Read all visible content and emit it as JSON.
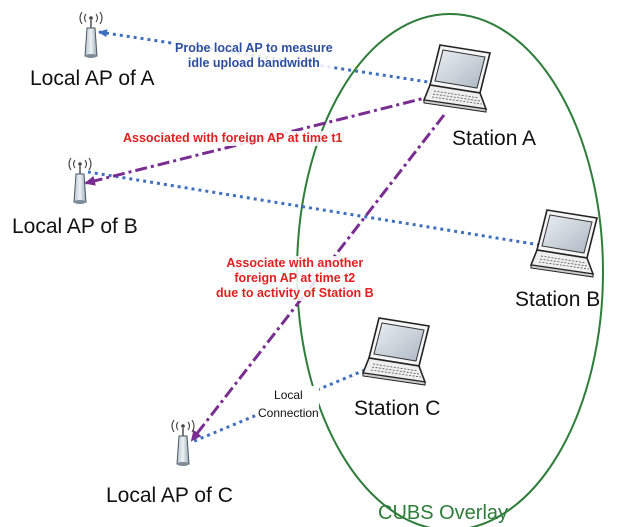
{
  "colors": {
    "probe_blue": "#3f6fbf",
    "assoc_purple": "#7a2d91",
    "assoc_text_red": "#e02020",
    "overlay_green": "#2f7d3a"
  },
  "nodes": {
    "local_ap_a": "Local AP of A",
    "local_ap_b": "Local AP of B",
    "local_ap_c": "Local AP of C",
    "station_a": "Station A",
    "station_b": "Station B",
    "station_c": "Station C"
  },
  "edges": {
    "probe_line1": "Probe local AP to measure",
    "probe_line2": "idle upload bandwidth",
    "assoc_t1": "Associated with foreign AP at time t1",
    "assoc_t2_line1": "Associate with another",
    "assoc_t2_line2": "foreign AP at time t2",
    "assoc_t2_line3": "due to activity of Station B",
    "local_line1": "Local",
    "local_line2": "Connection"
  },
  "overlay": {
    "label": "CUBS Overlay"
  },
  "icons": [
    "wireless-router-icon",
    "laptop-icon"
  ]
}
